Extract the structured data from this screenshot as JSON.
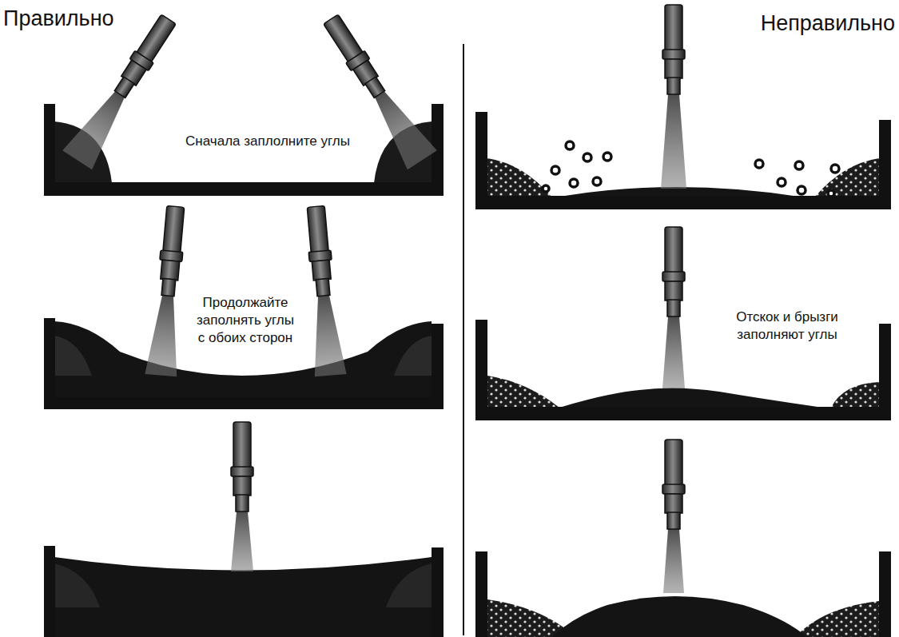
{
  "diagram": {
    "labels": [
      "Правильно",
      "Неправильно",
      "Сначала заплолните углы",
      "Продолжайте заполнять углы с обоих сторон",
      "Отскок и брызги заполняют углы"
    ]
  }
}
